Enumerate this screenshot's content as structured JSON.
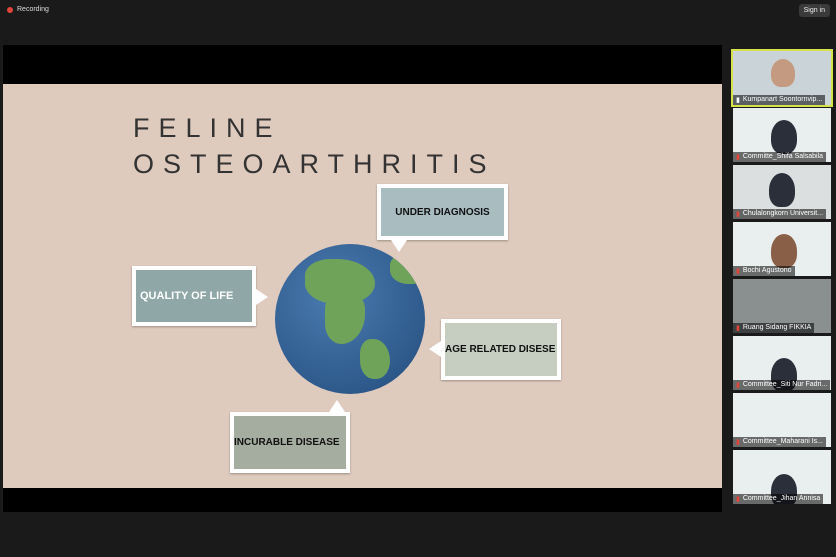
{
  "topbar": {
    "recording_label": "Recording",
    "sign_in_label": "Sign in"
  },
  "slide": {
    "title_line1": "FELINE",
    "title_line2": "OSTEOARTHRITIS",
    "callouts": [
      {
        "label": "UNDER DIAGNOSIS",
        "color": "#a9bcc0"
      },
      {
        "label": "QUALITY OF LIFE",
        "color": "#8fa7a6"
      },
      {
        "label": "AGE RELATED DISESE",
        "color": "#c5cec0"
      },
      {
        "label": "INCURABLE DISEASE",
        "color": "#a5aca0"
      }
    ]
  },
  "participants": [
    {
      "name": "Kumpanart Soontornvip...",
      "active": true
    },
    {
      "name": "Committe_Shifa Salsabila"
    },
    {
      "name": "Chulalongkorn Universit..."
    },
    {
      "name": "Bochi Agustono"
    },
    {
      "name": "Ruang Sidang FIKKIA"
    },
    {
      "name": "Committee_Siti Nur Fadri..."
    },
    {
      "name": "Committee_Maharani Is..."
    },
    {
      "name": "Committee_Jihan Annisa"
    }
  ]
}
